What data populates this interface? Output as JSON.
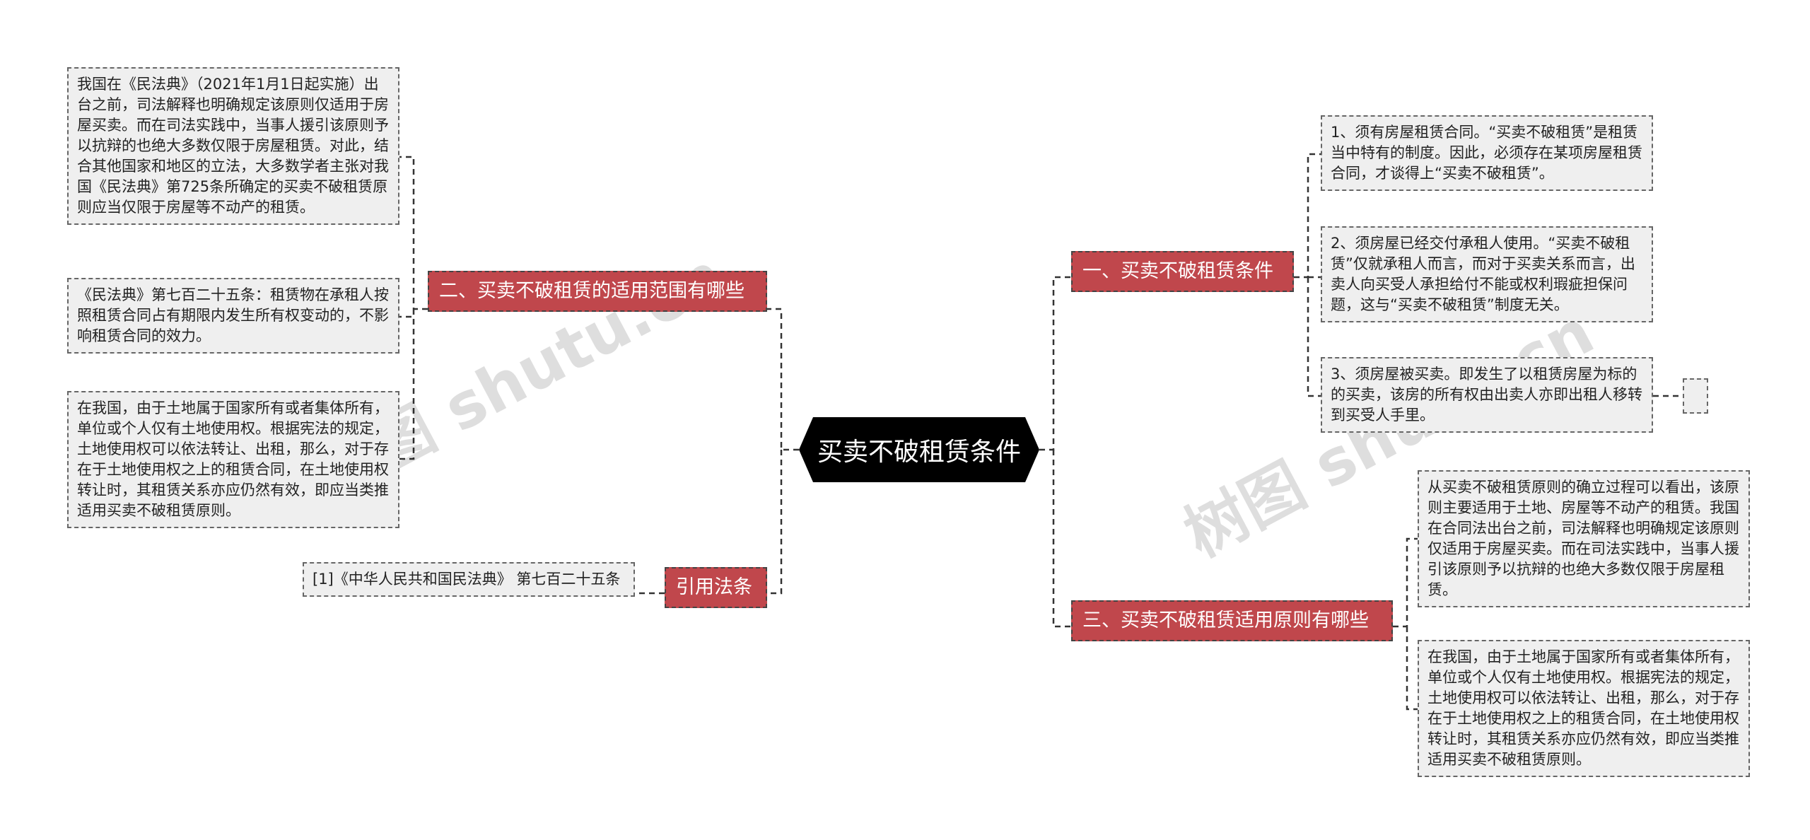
{
  "center": {
    "label": "买卖不破租赁条件"
  },
  "branches": {
    "conditions": {
      "label": "一、买卖不破租赁条件"
    },
    "scope": {
      "label": "二、买卖不破租赁的适用范围有哪些"
    },
    "principle": {
      "label": "三、买卖不破租赁适用原则有哪些"
    },
    "citation": {
      "label": "引用法条"
    }
  },
  "leaves": {
    "cond1": "1、须有房屋租赁合同。“买卖不破租赁”是租赁当中特有的制度。因此，必须存在某项房屋租赁合同，才谈得上“买卖不破租赁”。",
    "cond2": "2、须房屋已经交付承租人使用。“买卖不破租赁”仅就承租人而言，而对于买卖关系而言，出卖人向买受人承担给付不能或权利瑕疵担保问题，这与“买卖不破租赁”制度无关。",
    "cond3": "3、须房屋被买卖。即发生了以租赁房屋为标的的买卖，该房的所有权由出卖人亦即出租人移转到买受人手里。",
    "cond3_child": "",
    "scope1": "我国在《民法典》（2021年1月1日起实施）出台之前，司法解释也明确规定该原则仅适用于房屋买卖。而在司法实践中，当事人援引该原则予以抗辩的也绝大多数仅限于房屋租赁。对此，结合其他国家和地区的立法，大多数学者主张对我国《民法典》第725条所确定的买卖不破租赁原则应当仅限于房屋等不动产的租赁。",
    "scope2": "《民法典》第七百二十五条：租赁物在承租人按照租赁合同占有期限内发生所有权变动的，不影响租赁合同的效力。",
    "scope3": "在我国，由于土地属于国家所有或者集体所有，单位或个人仅有土地使用权。根据宪法的规定，土地使用权可以依法转让、出租，那么，对于存在于土地使用权之上的租赁合同，在土地使用权转让时，其租赁关系亦应仍然有效，即应当类推适用买卖不破租赁原则。",
    "principle1": "从买卖不破租赁原则的确立过程可以看出，该原则主要适用于土地、房屋等不动产的租赁。我国在合同法出台之前，司法解释也明确规定该原则仅适用于房屋买卖。而在司法实践中，当事人援引该原则予以抗辩的也绝大多数仅限于房屋租赁。",
    "principle2": "在我国，由于土地属于国家所有或者集体所有，单位或个人仅有土地使用权。根据宪法的规定，土地使用权可以依法转让、出租，那么，对于存在于土地使用权之上的租赁合同，在土地使用权转让时，其租赁关系亦应仍然有效，即应当类推适用买卖不破租赁原则。",
    "citation1": "[1]《中华人民共和国民法典》 第七百二十五条"
  },
  "watermark": {
    "text": "树图 shutu.cn"
  },
  "colors": {
    "branch": "#c0474c",
    "leaf_bg": "#efefef",
    "center": "#000000"
  }
}
